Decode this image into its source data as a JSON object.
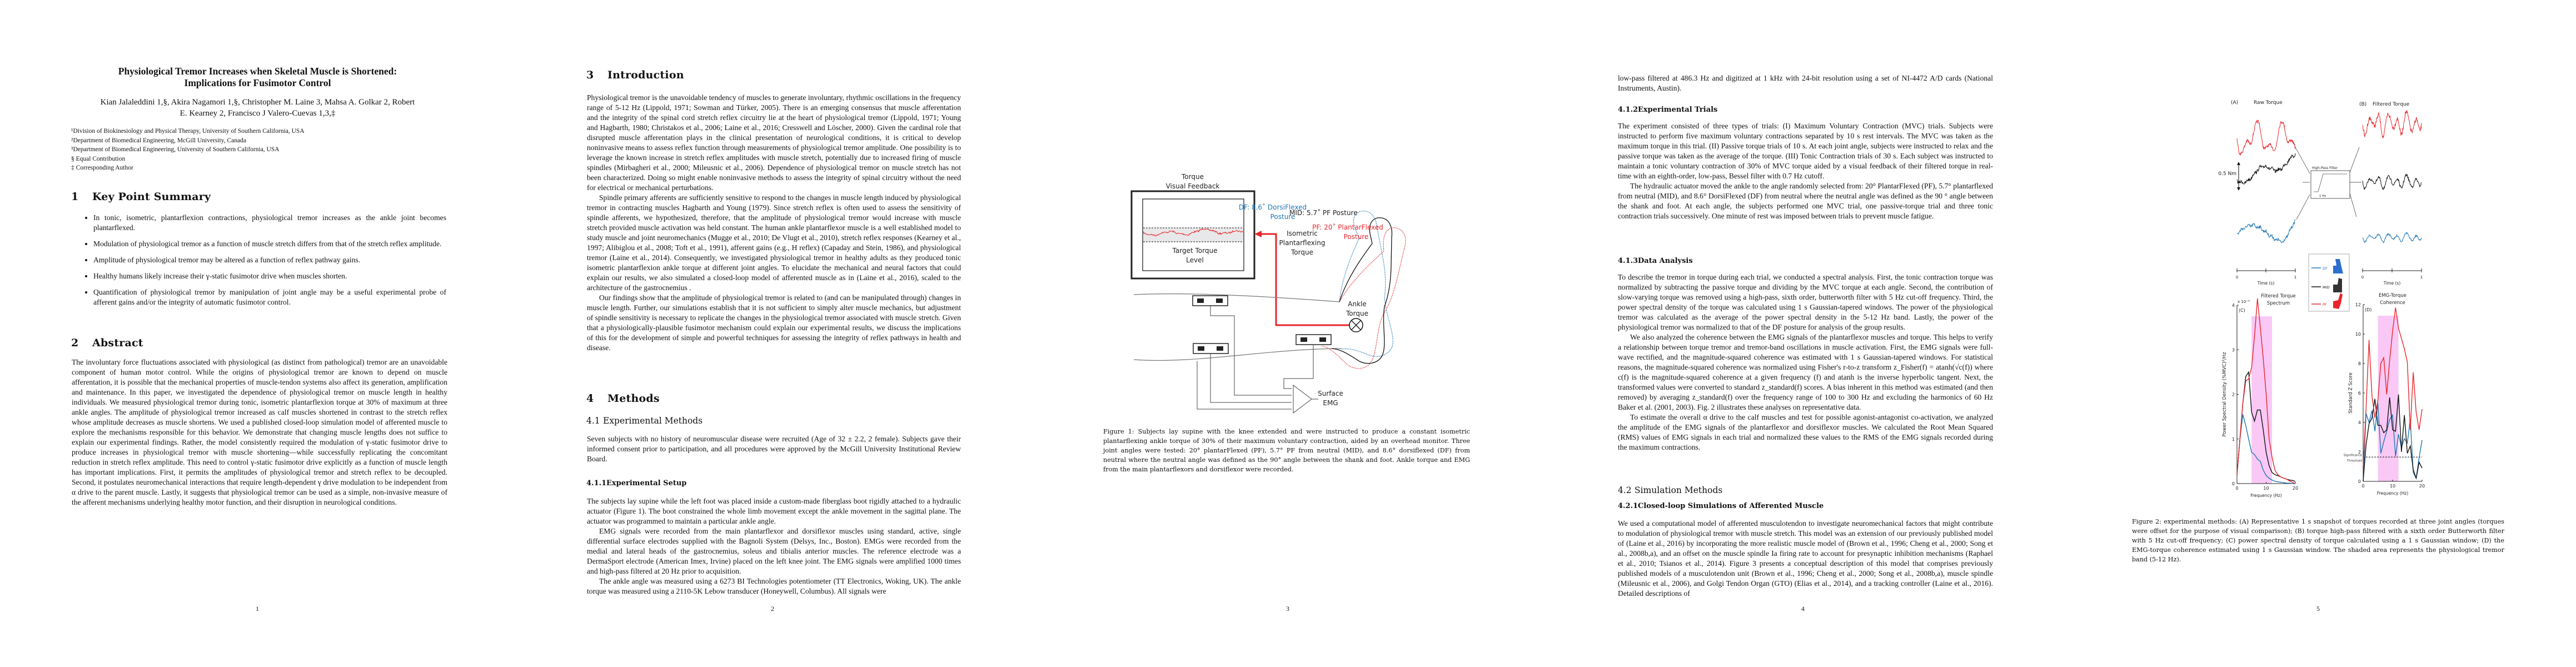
{
  "page1": {
    "title_line1": "Physiological Tremor Increases when Skeletal Muscle is Shortened:",
    "title_line2": "Implications for Fusimotor Control",
    "authors_line1": "Kian Jalaleddini 1,§, Akira Nagamori 1,§, Christopher M. Laine 3, Mahsa A. Golkar 2, Robert",
    "authors_line2": "E. Kearney 2, Francisco J Valero-Cuevas 1,3,‡",
    "affiliations": [
      "¹Division of Biokinesiology and Physical Therapy, University of Southern California, USA",
      "²Department of Biomedical Engineering, McGill University, Canada",
      "³Department of Biomedical Engineering, University of Southern California, USA",
      "§ Equal Contribution",
      "‡ Corresponding Author"
    ],
    "sec1_num": "1",
    "sec1_title": "Key Point Summary",
    "key_points": [
      "In tonic, isometric, plantarflexion contractions, physiological tremor increases as the ankle joint becomes plantarflexed.",
      "Modulation of physiological tremor as a function of muscle stretch differs from that of the stretch reflex amplitude.",
      "Amplitude of physiological tremor may be altered as a function of reflex pathway gains.",
      "Healthy humans likely increase their γ-static fusimotor drive when muscles shorten.",
      "Quantification of physiological tremor by manipulation of joint angle may be a useful experimental probe of afferent gains and/or the integrity of automatic fusimotor control."
    ],
    "sec2_num": "2",
    "sec2_title": "Abstract",
    "abstract": "The involuntary force fluctuations associated with physiological (as distinct from pathological) tremor are an unavoidable component of human motor control. While the origins of physiological tremor are known to depend on muscle afferentation, it is possible that the mechanical properties of muscle-tendon systems also affect its generation, amplification and maintenance. In this paper, we investigated the dependence of physiological tremor on muscle length in healthy individuals. We measured physiological tremor during tonic, isometric plantarflexion torque at 30% of maximum at three ankle angles. The amplitude of physiological tremor increased as calf muscles shortened in contrast to the stretch reflex whose amplitude decreases as muscle shortens. We used a published closed-loop simulation model of afferented muscle to explore the mechanisms responsible for this behavior. We demonstrate that changing muscle lengths does not suffice to explain our experimental findings. Rather, the model consistently required the modulation of γ-static fusimotor drive to produce increases in physiological tremor with muscle shortening—while successfully replicating the concomitant reduction in stretch reflex amplitude. This need to control γ-static fusimotor drive explicitly as a function of muscle length has important implications. First, it permits the amplitudes of physiological tremor and stretch reflex to be decoupled. Second, it postulates neuromechanical interactions that require length-dependent γ drive modulation to be independent from α drive to the parent muscle. Lastly, it suggests that physiological tremor can be used as a simple, non-invasive measure of the afferent mechanisms underlying healthy motor function, and their disruption in neurological conditions.",
    "page_number": "1"
  },
  "page2": {
    "sec3_num": "3",
    "sec3_title": "Introduction",
    "intro_p1": "Physiological tremor is the unavoidable tendency of muscles to generate involuntary, rhythmic oscillations in the frequency range of 5-12 Hz (Lippold, 1971; Sowman and Türker, 2005). There is an emerging consensus that muscle afferentation and the integrity of the spinal cord stretch reflex circuitry lie at the heart of physiological tremor (Lippold, 1971; Young and Hagbarth, 1980; Christakos et al., 2006; Laine et al., 2016; Cresswell and Löscher, 2000). Given the cardinal role that disrupted muscle afferentation plays in the clinical presentation of neurological conditions, it is critical to develop noninvasive means to assess reflex function through measurements of physiological tremor amplitude. One possibility is to leverage the known increase in stretch reflex amplitudes with muscle stretch, potentially due to increased firing of muscle spindles (Mirbagheri et al., 2000; Mileusnic et al., 2006). Dependence of physiological tremor on muscle stretch has not been characterized. Doing so might enable noninvasive methods to assess the integrity of spinal circuitry without the need for electrical or mechanical perturbations.",
    "intro_p2": "Spindle primary afferents are sufficiently sensitive to respond to the changes in muscle length induced by physiological tremor in contracting muscles Hagbarth and Young (1979). Since stretch reflex is often used to assess the sensitivity of spindle afferents, we hypothesized, therefore, that the amplitude of physiological tremor would increase with muscle stretch provided muscle activation was held constant. The human ankle plantarflexor muscle is a well established model to study muscle and joint neuromechanics (Mugge et al., 2010; De Vlugt et al., 2010), stretch reflex responses (Kearney et al., 1997; Alibiglou et al., 2008; Toft et al., 1991), afferent gains (e.g., H reflex) (Capaday and Stein, 1986), and physiological tremor (Laine et al., 2014). Consequently, we investigated physiological tremor in healthy adults as they produced tonic isometric plantarflexion ankle torque at different joint angles. To elucidate the mechanical and neural factors that could explain our results, we also simulated a closed-loop model of afferented muscle as in (Laine et al., 2016), scaled to the architecture of the gastrocnemius .",
    "intro_p3": "Our findings show that the amplitude of physiological tremor is related to (and can be manipulated through) changes in muscle length. Further, our simulations establish that it is not sufficient to simply alter muscle mechanics, but adjustment of spindle sensitivity is necessary to replicate the changes in the physiological tremor associated with muscle stretch. Given that a physiologically-plausible fusimotor mechanism could explain our experimental results, we discuss the implications of this for the development of simple and powerful techniques for assessing the integrity of reflex pathways in health and disease.",
    "sec4_num": "4",
    "sec4_title": "Methods",
    "sub41_num": "4.1",
    "sub41_title": "Experimental Methods",
    "methods_p1": "Seven subjects with no history of neuromuscular disease were recruited (Age of 32 ± 2.2, 2 female). Subjects gave their informed consent prior to participation, and all procedures were approved by the McGill University Institutional Review Board.",
    "sub411_num": "4.1.1",
    "sub411_title": "Experimental Setup",
    "setup_p1": "The subjects lay supine while the left foot was placed inside a custom-made fiberglass boot rigidly attached to a hydraulic actuator (Figure 1). The boot constrained the whole limb movement except the ankle movement in the sagittal plane. The actuator was programmed to maintain a particular ankle angle.",
    "setup_p2": "EMG signals were recorded from the main plantarflexor and dorsiflexor muscles using standard, active, single differential surface electrodes supplied with the Bagnoli System (Delsys, Inc., Boston). EMGs were recorded from the medial and lateral heads of the gastrocnemius, soleus and tibialis anterior muscles. The reference electrode was a DermaSport electrode (American Imex, Irvine) placed on the left knee joint. The EMG signals were amplified 1000 times and high-pass filtered at 20 Hz prior to acquisition.",
    "setup_p3": "The ankle angle was measured using a 6273 BI Technologies potentiometer (TT Electronics, Woking, UK). The ankle torque was measured using a 2110-5K Lebow transducer (Honeywell, Columbus). All signals were",
    "page_number": "2"
  },
  "page3": {
    "figure": {
      "monitor_title_line1": "Torque",
      "monitor_title_line2": "Visual Feedback",
      "target_line1": "Target Torque",
      "target_line2": "Level",
      "torque_label_line1": "Isometric",
      "torque_label_line2": "Plantarflexing",
      "torque_label_line3": "Torque",
      "df_line1": "DF: 8.6˚ DorsiFlexed",
      "df_line2": "Posture",
      "mid_label": "MID: 5.7˚ PF Posture",
      "pf_line1": "PF: 20˚ PlantarFlexed",
      "pf_line2": "Posture",
      "ankle_line1": "Ankle",
      "ankle_line2": "Torque",
      "emg_line1": "Surface",
      "emg_line2": "EMG"
    },
    "caption": "Figure 1: Subjects lay supine with the knee extended and were instructed to produce a constant isometric plantarflexing ankle torque of 30% of their maximum voluntary contraction, aided by an overhead monitor. Three joint angles were tested: 20° plantarFlexed (PF), 5.7° PF from neutral (MID), and 8.6° dorsiflexed (DF) from neutral where the neutral angle was defined as the 90° angle between the shank and foot. Ankle torque and EMG from the main plantarflexors and dorsiflexor were recorded.",
    "page_number": "3"
  },
  "page4": {
    "cont_p": "low-pass filtered at 486.3 Hz and digitized at 1 kHz with 24-bit resolution using a set of NI-4472 A/D cards (National Instruments, Austin).",
    "sub412_num": "4.1.2",
    "sub412_title": "Experimental Trials",
    "trials_p1": "The experiment consisted of three types of trials: (I) Maximum Voluntary Contraction (MVC) trials. Subjects were instructed to perform five maximum voluntary contractions separated by 10 s rest intervals. The MVC was taken as the maximum torque in this trial. (II) Passive torque trials of 10 s. At each joint angle, subjects were instructed to relax and the passive torque was taken as the average of the torque. (III) Tonic Contraction trials of 30 s. Each subject was instructed to maintain a tonic voluntary contraction of 30% of MVC torque aided by a visual feedback of their filtered torque in real-time with an eighth-order, low-pass, Bessel filter with 0.7 Hz cutoff.",
    "trials_p2": "The hydraulic actuator moved the ankle to the angle randomly selected from: 20° PlantarFlexed (PF), 5.7° plantarflexed from neutral (MID), and 8.6° DorsiFlexed (DF) from neutral where the neutral angle was defined as the 90 ° angle between the shank and foot. At each angle, the subjects performed one MVC trial, one passive-torque trial and three tonic contraction trials successively. One minute of rest was imposed between trials to prevent muscle fatigue.",
    "sub413_num": "4.1.3",
    "sub413_title": "Data Analysis",
    "analysis_p1": "To describe the tremor in torque during each trial, we conducted a spectral analysis. First, the tonic contraction torque was normalized by subtracting the passive torque and dividing by the MVC torque at each angle. Second, the contribution of slow-varying torque was removed using a high-pass, sixth order, butterworth filter with 5 Hz cut-off frequency. Third, the power spectral density of the torque was calculated using 1 s Gaussian-tapered windows. The power of the physiological tremor was calculated as the average of the power spectral density in the 5-12 Hz band. Lastly, the power of the physiological tremor was normalized to that of the DF posture for analysis of the group results.",
    "analysis_p2": "We also analyzed the coherence between the EMG signals of the plantarflexor muscles and torque. This helps to verify a relationship between torque tremor and tremor-band oscillations in muscle activation. First, the EMG signals were full-wave rectified, and the magnitude-squared coherence was estimated with 1 s Gaussian-tapered windows. For statistical reasons, the magnitude-squared coherence was normalized using Fisher's r-to-z transform z_Fisher(f) = atanh(√c(f)) where c(f) is the magnitude-squared coherence at a given frequency (f) and atanh is the inverse hyperbolic tangent. Next, the transformed values were converted to standard z_standard(f) scores. A bias inherent in this method was estimated (and then removed) by averaging z_standard(f) over the frequency range of 100 to 300 Hz and excluding the harmonics of 60 Hz Baker et al. (2001, 2003). Fig. 2 illustrates these analyses on representative data.",
    "analysis_p3": "To estimate the overall α drive to the calf muscles and test for possible agonist-antagonist co-activation, we analyzed the amplitude of the EMG signals of the plantarflexor and dorsiflexor muscles. We calculated the Root Mean Squared (RMS) values of EMG signals in each trial and normalized these values to the RMS of the EMG signals recorded during the maximum contractions.",
    "sub42_num": "4.2",
    "sub42_title": "Simulation Methods",
    "sub421_num": "4.2.1",
    "sub421_title": "Closed-loop Simulations of Afferented Muscle",
    "sim_p1": "We used a computational model of afferented musculotendon to investigate neuromechanical factors that might contribute to modulation of physiological tremor with muscle stretch. This model was an extension of our previously published model of (Laine et al., 2016) by incorporating the more realistic muscle model of (Brown et al., 1996; Cheng et al., 2000; Song et al., 2008b,a), and an offset on the muscle spindle Ia firing rate to account for presynaptic inhibition mechanisms (Raphael et al., 2010; Tsianos et al., 2014). Figure 3 presents a conceptual description of this model that comprises previously published models of a musculotendon unit (Brown et al., 1996; Cheng et al., 2000; Song et al., 2008b,a), muscle spindle (Mileusnic et al., 2006), and Golgi Tendon Organ (GTO) (Elias et al., 2014), and a tracking controller (Laine et al., 2016). Detailed descriptions of",
    "page_number": "4"
  },
  "page5": {
    "figure": {
      "panel_a": "(A)",
      "panel_a_title": "Raw Torque",
      "panel_b": "(B)",
      "panel_b_title": "Filtered Torque",
      "scale_label": "0.5 Nm",
      "filter_title": "High-Pass Filter",
      "filter_cutoff": "1 Hz",
      "time_label": "Time (s)",
      "time_start": "0",
      "time_end": "1",
      "legend": [
        {
          "label": "DF",
          "color": "#1f77b4"
        },
        {
          "label": "MID",
          "color": "#111111"
        },
        {
          "label": "PF",
          "color": "#e8262b"
        }
      ]
    },
    "chart_data": [
      {
        "type": "line",
        "panel": "(C)",
        "title": "Filtered Torque Spectrum",
        "xlabel": "Frequency (Hz)",
        "ylabel": "Power Spectral Density (%MVC)²/Hz",
        "y_multiplier": "x 10⁻⁸",
        "xlim": [
          0,
          20
        ],
        "ylim": [
          0,
          4
        ],
        "xticks": [
          0,
          10,
          20
        ],
        "yticks": [
          0,
          1,
          2,
          3,
          4
        ],
        "shaded_band": [
          5,
          12
        ],
        "x": [
          0,
          1,
          2,
          3,
          4,
          5,
          6,
          7,
          8,
          9,
          10,
          11,
          12,
          13,
          14,
          15,
          16,
          17,
          18,
          19,
          20
        ],
        "series": [
          {
            "name": "DF",
            "color": "#1f77b4",
            "values": [
              0.2,
              1.0,
              1.55,
              1.3,
              1.0,
              0.7,
              0.65,
              0.55,
              0.5,
              0.3,
              0.18,
              0.12,
              0.08,
              0.05,
              0.04,
              0.03,
              0.02,
              0.01,
              0.01,
              0.0,
              0.0
            ]
          },
          {
            "name": "MID",
            "color": "#111111",
            "values": [
              0.2,
              1.0,
              1.8,
              2.4,
              2.5,
              1.6,
              1.4,
              1.65,
              1.65,
              1.2,
              0.7,
              0.4,
              0.25,
              0.2,
              0.18,
              0.15,
              0.12,
              0.1,
              0.08,
              0.07,
              0.05
            ]
          },
          {
            "name": "PF",
            "color": "#e8262b",
            "values": [
              0.2,
              1.0,
              1.8,
              2.3,
              2.35,
              2.6,
              3.3,
              4.15,
              3.5,
              2.8,
              2.0,
              1.0,
              0.6,
              0.3,
              0.2,
              0.15,
              0.12,
              0.1,
              0.06,
              0.03,
              0.0
            ]
          }
        ]
      },
      {
        "type": "line",
        "panel": "(D)",
        "title": "EMG-Torque Coherence",
        "xlabel": "Frequency (Hz)",
        "ylabel": "Standard Z Score",
        "xlim": [
          0,
          20
        ],
        "ylim": [
          0,
          12
        ],
        "xticks": [
          0,
          10,
          20
        ],
        "yticks": [
          0,
          2,
          4,
          6,
          8,
          10,
          12
        ],
        "shaded_band": [
          5,
          12
        ],
        "threshold": {
          "value": 1.65,
          "label_line1": "Significance",
          "label_line2": "Threshold"
        },
        "x": [
          0,
          1,
          2,
          3,
          4,
          5,
          6,
          7,
          8,
          9,
          10,
          11,
          12,
          13,
          14,
          15,
          16,
          17,
          18,
          19,
          20
        ],
        "series": [
          {
            "name": "DF",
            "color": "#1f77b4",
            "values": [
              0,
              4.6,
              4.0,
              4.8,
              3.4,
              5.3,
              1.9,
              2.7,
              3.4,
              4.2,
              4.5,
              1.7,
              3.2,
              2.3,
              2.9,
              2.6,
              4.2,
              0.6,
              0.2,
              1.6,
              2.8
            ]
          },
          {
            "name": "MID",
            "color": "#111111",
            "values": [
              0,
              2.5,
              3.9,
              4.3,
              5.6,
              3.8,
              3.8,
              3.3,
              3.5,
              5.7,
              3.5,
              3.4,
              5.9,
              2.0,
              4.5,
              1.9,
              2.4,
              0.8,
              0.2,
              1.3,
              0.9
            ]
          },
          {
            "name": "PF",
            "color": "#e8262b",
            "values": [
              1.0,
              5.0,
              9.6,
              5.8,
              4.3,
              5.5,
              8.0,
              8.4,
              5.9,
              8.2,
              10.2,
              11.8,
              10.4,
              9.7,
              9.0,
              8.1,
              3.5,
              7.4,
              4.7,
              3.5,
              4.9
            ]
          }
        ]
      }
    ],
    "shade_color": "#f9c8f5",
    "caption": "Figure 2: experimental methods: (A) Representative 1 s snapshot of torques recorded at three joint angles (torques were offset for the purpose of visual comparison); (B) torque high-pass filtered with a sixth order Butterworth filter with 5 Hz cut-off frequency; (C) power spectral density of torque calculated using a 1 s Gaussian window; (D) the EMG-torque coherence estimated using 1 s Gaussian window. The shaded area represents the physiological tremor band (5-12 Hz).",
    "page_number": "5"
  }
}
